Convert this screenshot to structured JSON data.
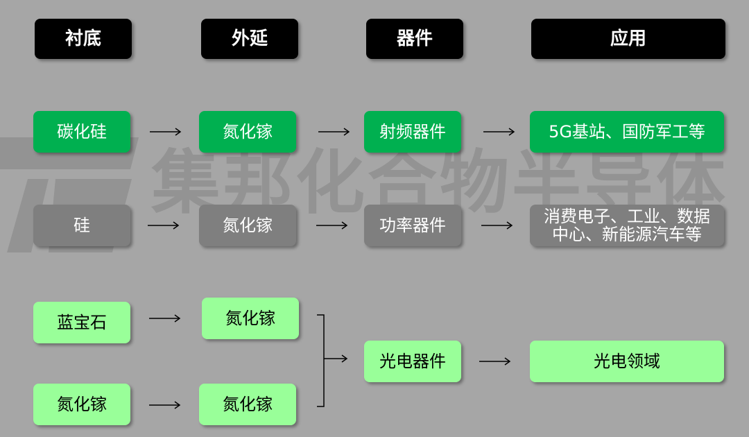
{
  "headers": [
    "衬底",
    "外延",
    "器件",
    "应用"
  ],
  "watermark": "集邦化合物半导体",
  "rows": {
    "sic": {
      "substrate": "碳化硅",
      "epi": "氮化镓",
      "device": "射频器件",
      "app": "5G基站、国防军工等"
    },
    "si": {
      "substrate": "硅",
      "epi": "氮化镓",
      "device": "功率器件",
      "app_line1": "消费电子、工业、数据",
      "app_line2": "中心、新能源汽车等"
    },
    "sapphire": {
      "substrate": "蓝宝石",
      "epi": "氮化镓"
    },
    "gan": {
      "substrate": "氮化镓",
      "epi": "氮化镓"
    },
    "opto": {
      "device": "光电器件",
      "app": "光电领域"
    }
  },
  "colors": {
    "header_bg": "#000000",
    "dark_green": "#00b050",
    "gray": "#7f7f7f",
    "light_green": "#99ff99",
    "background": "#a6a6a6"
  }
}
